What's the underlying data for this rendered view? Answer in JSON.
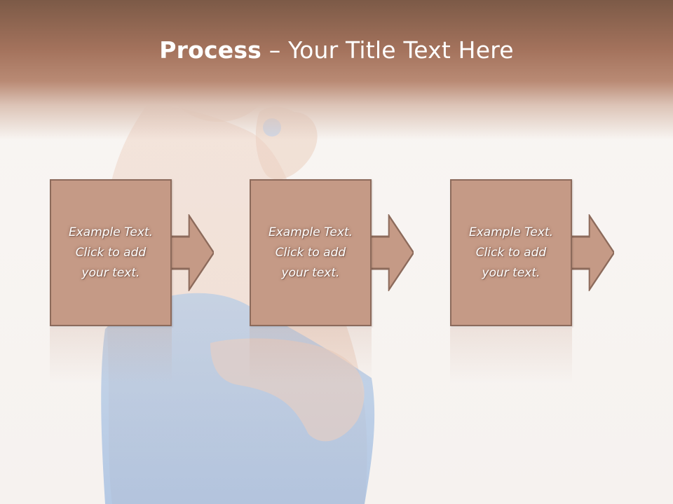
{
  "title": {
    "bold": "Process",
    "rest": " – Your Title Text Here"
  },
  "steps": [
    {
      "text": "Example Text.\nClick  to add\nyour text."
    },
    {
      "text": "Example Text.\nClick  to add\nyour text."
    },
    {
      "text": "Example Text.\nClick  to add\nyour text."
    }
  ],
  "colors": {
    "header": "#a3725c",
    "box_fill": "#c59a86",
    "box_border": "#8c6a5b"
  }
}
